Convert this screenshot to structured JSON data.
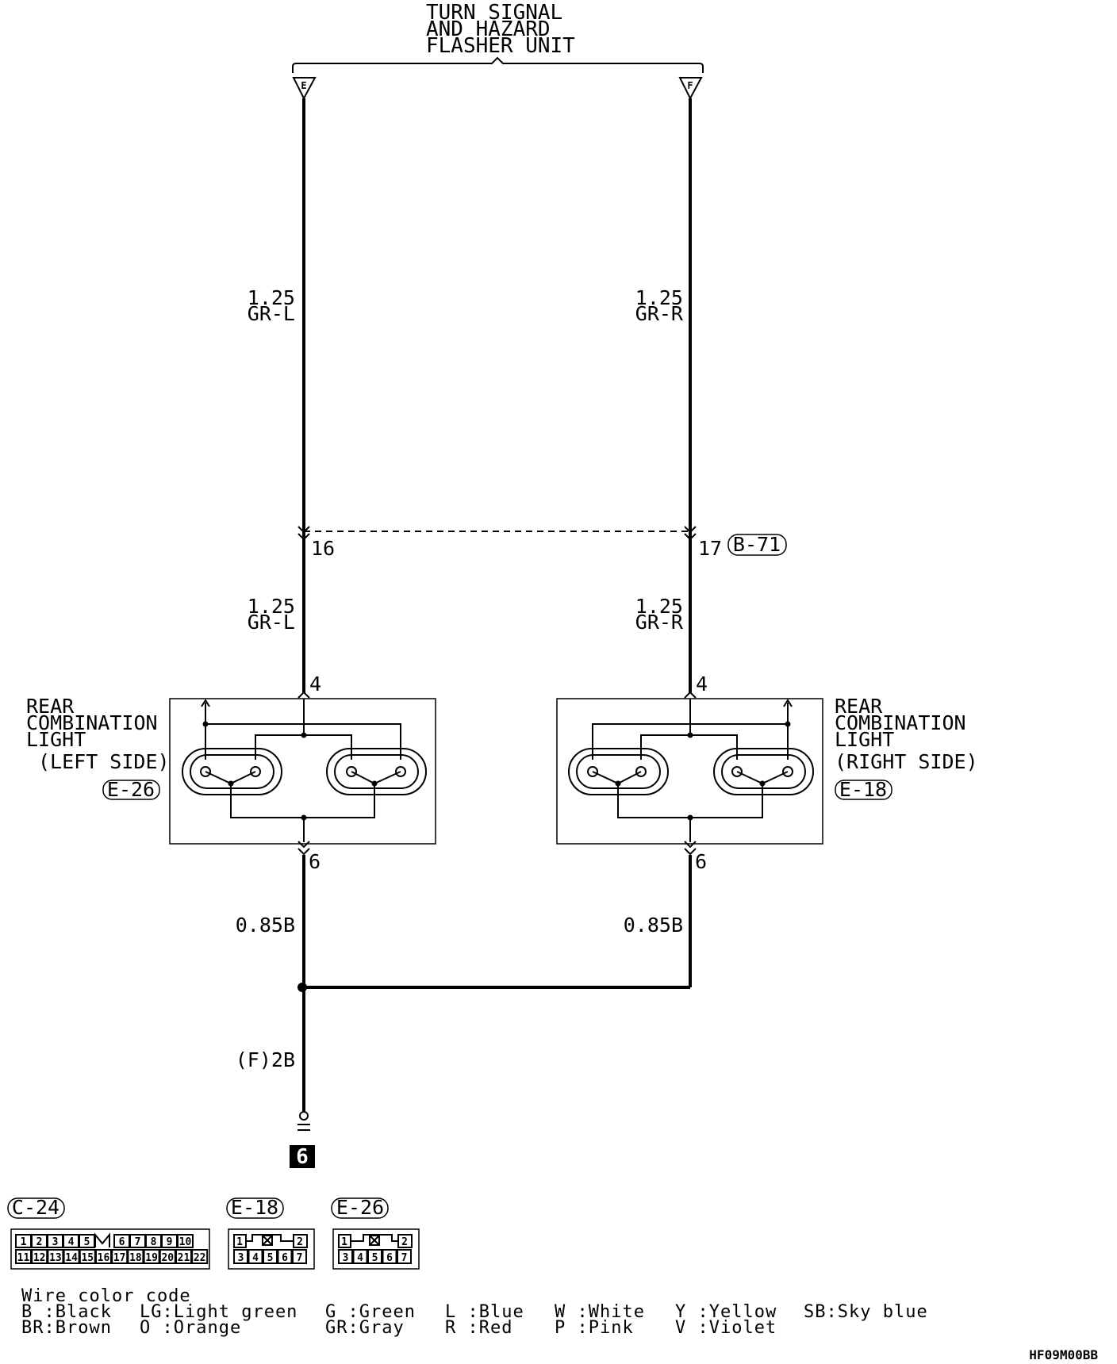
{
  "title_lines": [
    "TURN SIGNAL",
    "AND HAZARD",
    "FLASHER UNIT"
  ],
  "flasher_terminals": {
    "left": "E",
    "right": "F"
  },
  "wires": {
    "upper_left": {
      "size": "1.25",
      "color": "GR-L"
    },
    "upper_right": {
      "size": "1.25",
      "color": "GR-R"
    },
    "lower_left": {
      "size": "1.25",
      "color": "GR-L"
    },
    "lower_right": {
      "size": "1.25",
      "color": "GR-R"
    },
    "ground_left": "0.85B",
    "ground_right": "0.85B",
    "ground_main": "(F)2B"
  },
  "pins": {
    "junction_left": "16",
    "junction_right": "17",
    "lamp_left_top": "4",
    "lamp_right_top": "4",
    "lamp_left_bottom": "6",
    "lamp_right_bottom": "6"
  },
  "junction_connector": "B-71",
  "left_lamp": {
    "lines": [
      "REAR",
      "COMBINATION",
      "LIGHT",
      "(LEFT SIDE)"
    ],
    "connector": "E-26"
  },
  "right_lamp": {
    "lines": [
      "REAR",
      "COMBINATION",
      "LIGHT",
      "(RIGHT SIDE)"
    ],
    "connector": "E-18"
  },
  "ground_point": "6",
  "connectors": {
    "c24": {
      "id": "C-24",
      "row1": [
        "1",
        "2",
        "3",
        "4",
        "5",
        "",
        "6",
        "7",
        "8",
        "9",
        "10"
      ],
      "row2": [
        "11",
        "12",
        "13",
        "14",
        "15",
        "16",
        "17",
        "18",
        "19",
        "20",
        "21",
        "22"
      ]
    },
    "e18": {
      "id": "E-18",
      "row1": [
        "1",
        "2"
      ],
      "row2": [
        "3",
        "4",
        "5",
        "6",
        "7"
      ]
    },
    "e26": {
      "id": "E-26",
      "row1": [
        "1",
        "2"
      ],
      "row2": [
        "3",
        "4",
        "5",
        "6",
        "7"
      ]
    }
  },
  "legend": {
    "title": "Wire color code",
    "row1": [
      "B :Black",
      "LG:Light green",
      "G :Green",
      "L :Blue",
      "W :White",
      "Y :Yellow",
      "SB:Sky blue"
    ],
    "row2": [
      "BR:Brown",
      "O :Orange",
      "GR:Gray",
      "R :Red",
      "P :Pink",
      "V :Violet"
    ]
  },
  "figure_code": "HF09M00BB"
}
